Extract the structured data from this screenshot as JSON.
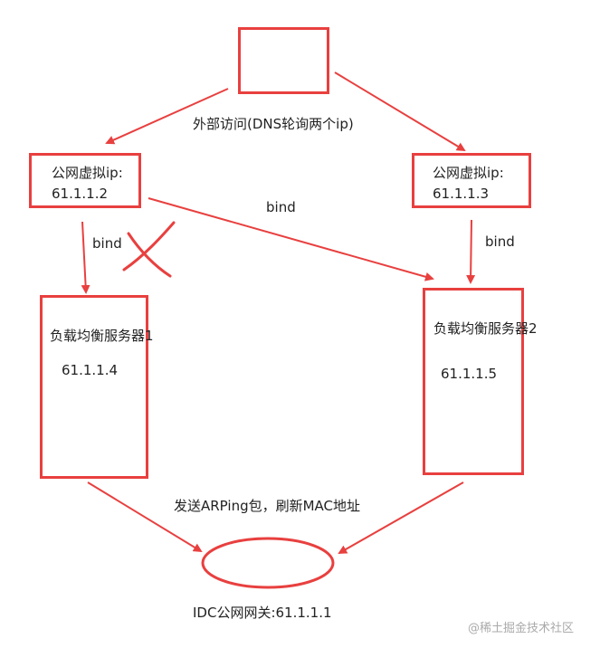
{
  "diagram": {
    "title_label": "外部访问(DNS轮询两个ip)",
    "nodes": {
      "client": {
        "label": ""
      },
      "vip1": {
        "line1": "公网虚拟ip:",
        "line2": "61.1.1.2"
      },
      "vip2": {
        "line1": "公网虚拟ip:",
        "line2": "61.1.1.3"
      },
      "lb1": {
        "name": "负载均衡服务器1",
        "ip": "61.1.1.4"
      },
      "lb2": {
        "name": "负载均衡服务器2",
        "ip": "61.1.1.5"
      },
      "gateway": {
        "label": "IDC公网网关:61.1.1.1"
      }
    },
    "edges": {
      "vip1_lb1": {
        "label": "bind",
        "status": "broken"
      },
      "vip1_lb2": {
        "label": "bind"
      },
      "vip2_lb2": {
        "label": "bind"
      },
      "to_gateway": {
        "label": "发送ARPing包，刷新MAC地址"
      }
    },
    "colors": {
      "accent": "#e8403f",
      "text": "#222222"
    }
  },
  "watermark": "@稀土掘金技术社区"
}
